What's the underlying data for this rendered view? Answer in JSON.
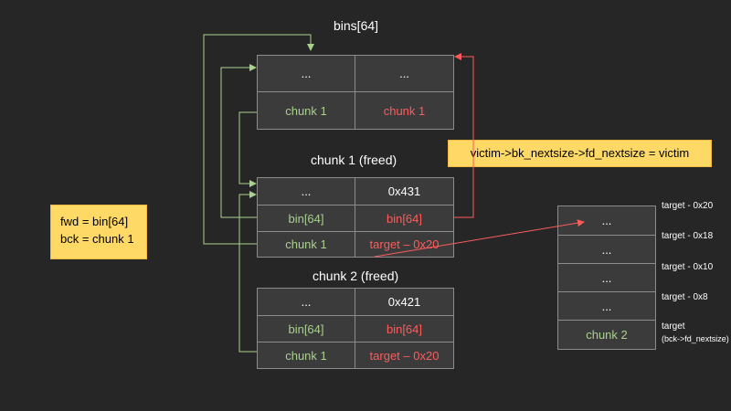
{
  "bins": {
    "title": "bins[64]",
    "rows": [
      [
        "...",
        "..."
      ],
      [
        "chunk 1",
        "chunk 1"
      ]
    ]
  },
  "chunk1": {
    "title": "chunk 1 (freed)",
    "rows": [
      [
        "...",
        "0x431"
      ],
      [
        "bin[64]",
        "bin[64]"
      ],
      [
        "chunk 1",
        "target – 0x20"
      ]
    ]
  },
  "chunk2": {
    "title": "chunk 2 (freed)",
    "rows": [
      [
        "...",
        "0x421"
      ],
      [
        "bin[64]",
        "bin[64]"
      ],
      [
        "chunk 1",
        "target – 0x20"
      ]
    ]
  },
  "victim_note": "victim->bk_nextsize->fd_nextsize = victim",
  "fwd_note": {
    "line1": "fwd = bin[64]",
    "line2": "bck = chunk 1"
  },
  "target_stack": {
    "cells": [
      "...",
      "...",
      "...",
      "...",
      "chunk 2"
    ],
    "labels": [
      "target - 0x20",
      "target - 0x18",
      "target - 0x10",
      "target - 0x8",
      "target"
    ],
    "target_sub": "(bck->fd_nextsize)"
  },
  "colors": {
    "green": "#a9d18e",
    "red": "#ff5b5b",
    "note": "#ffd966",
    "background": "#262626"
  }
}
